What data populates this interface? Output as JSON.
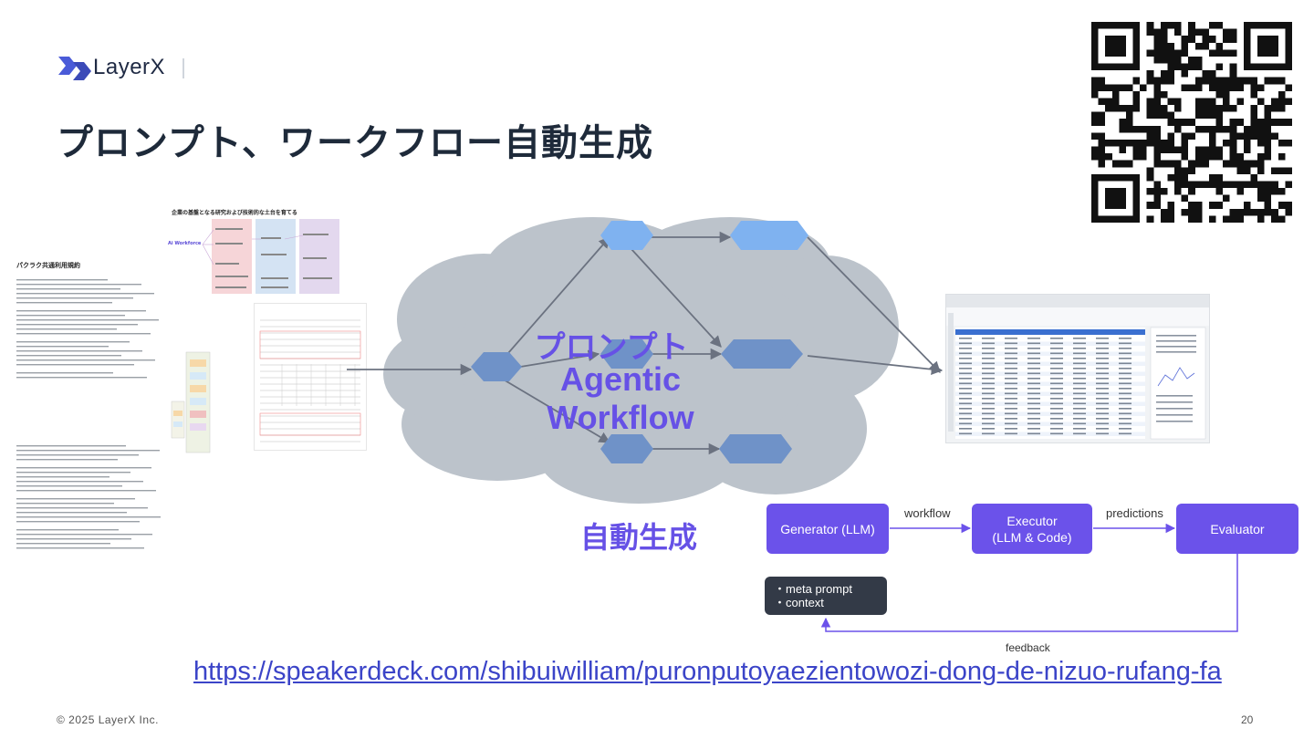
{
  "header": {
    "logo_text": "LayerX",
    "title": "プロンプト、ワークフロー自動生成"
  },
  "cloud": {
    "label_line1": "プロンプト",
    "label_line2": "Agentic Workflow"
  },
  "auto_generation_label": "自動生成",
  "doc_thumbnails": {
    "slide_title": "企業の基盤となる研究および技術的な土台を育てる",
    "slide_brand": "Ai Workforce",
    "regulation_title": "パクラク共通利用規約"
  },
  "flow": {
    "generator": "Generator (LLM)",
    "executor_line1": "Executor",
    "executor_line2": "(LLM & Code)",
    "evaluator": "Evaluator",
    "meta_items": [
      "・meta prompt",
      "・context"
    ],
    "edge_workflow": "workflow",
    "edge_predictions": "predictions",
    "edge_feedback": "feedback"
  },
  "url": "https://speakerdeck.com/shibuiwilliam/puronputoyaezientowozi-dong-de-nizuo-rufang-fa",
  "footer": {
    "copyright": "© 2025 LayerX Inc.",
    "page_number": "20"
  },
  "colors": {
    "accent_purple": "#6651e6",
    "flow_box": "#6b52ea",
    "meta_box": "#333a47",
    "cloud": "#bdc4cc",
    "node_blue": "#6f92c8",
    "node_light": "#7fb2f0"
  }
}
